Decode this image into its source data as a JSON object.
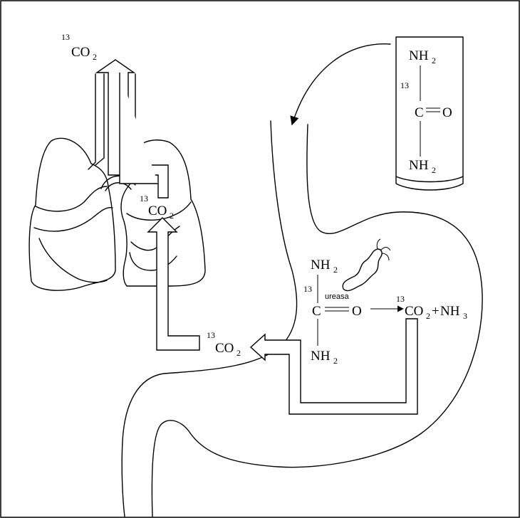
{
  "labels": {
    "isotope": "13",
    "co2": "CO",
    "co2_sub": "2",
    "nh2": "NH",
    "nh2_sub": "2",
    "nh3": "NH",
    "nh3_sub": "3",
    "plus": "+",
    "carbon": "C",
    "oxygen": "O",
    "enzyme": "ureasa"
  },
  "colors": {
    "stroke": "#000000",
    "background": "#ffffff"
  }
}
